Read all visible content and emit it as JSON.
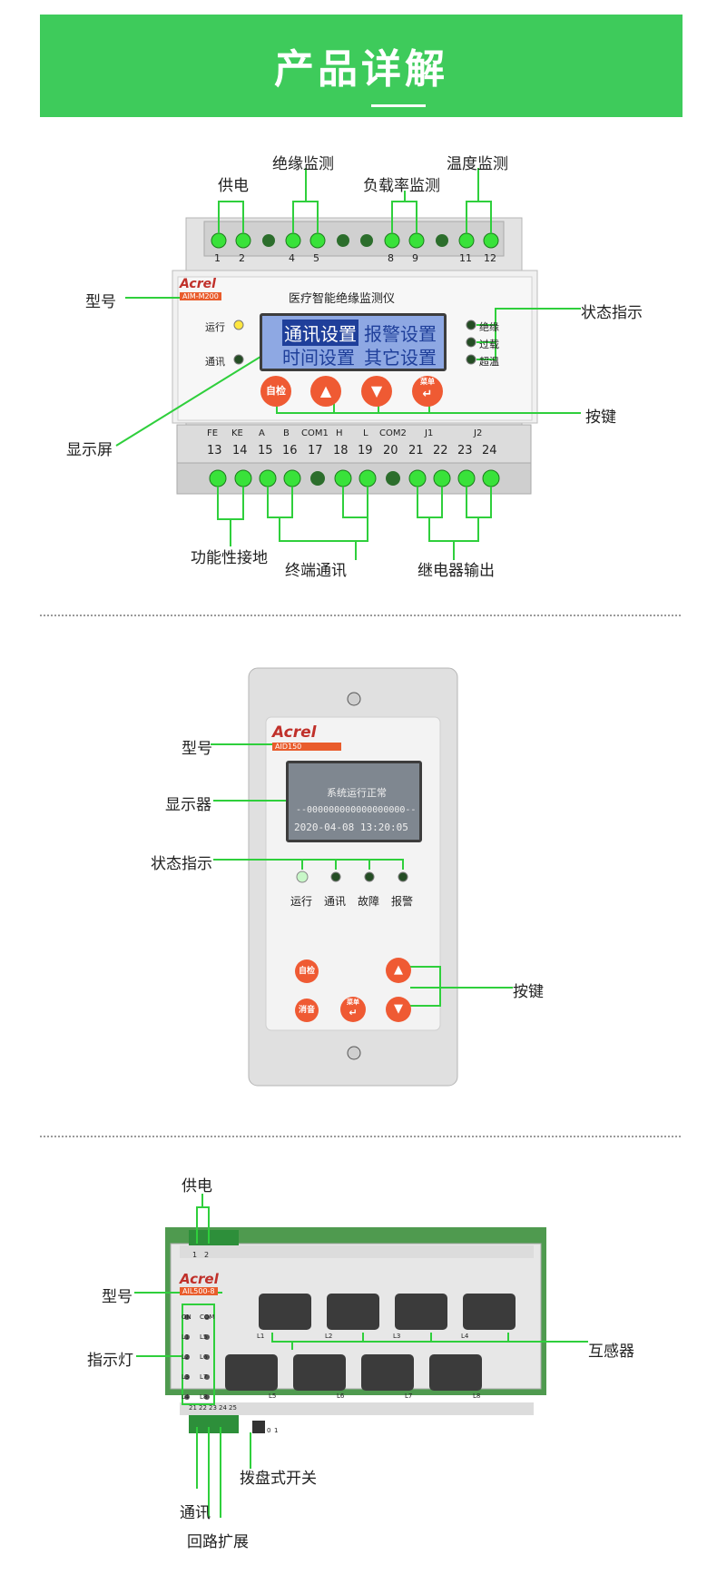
{
  "banner": {
    "title": "产品详解"
  },
  "device1": {
    "brand": "Acrel",
    "model": "AIM-M200",
    "product_name": "医疗智能绝缘监测仪",
    "top_terminals": [
      "1",
      "2",
      "4",
      "5",
      "8",
      "9",
      "11",
      "12"
    ],
    "lcd": {
      "row1_left": "通讯设置",
      "row1_right": "报警设置",
      "row2_left": "时间设置",
      "row2_right": "其它设置"
    },
    "left_leds": [
      "运行",
      "通讯"
    ],
    "right_leds": [
      "绝缘",
      "过载",
      "超温"
    ],
    "buttons": {
      "selfcheck": "自检",
      "menu": "菜单"
    },
    "bottom_labels": [
      "FE",
      "KE",
      "A",
      "B",
      "COM1",
      "H",
      "L",
      "COM2",
      "J1",
      "J2"
    ],
    "bottom_numbers": [
      "13",
      "14",
      "15",
      "16",
      "17",
      "18",
      "19",
      "20",
      "21",
      "22",
      "23",
      "24"
    ],
    "callouts": {
      "power": "供电",
      "insulation": "绝缘监测",
      "load": "负载率监测",
      "temp": "温度监测",
      "model": "型号",
      "status": "状态指示",
      "keys": "按键",
      "screen": "显示屏",
      "ground": "功能性接地",
      "terminal_comm": "终端通讯",
      "relay": "继电器输出"
    }
  },
  "device2": {
    "brand": "Acrel",
    "model": "AID150",
    "lcd": {
      "line1": "系统运行正常",
      "line2": "--000000000000000000--",
      "line3": "2020-04-08  13:20:05"
    },
    "leds": [
      "运行",
      "通讯",
      "故障",
      "报警"
    ],
    "buttons": {
      "selfcheck": "自检",
      "mute": "消音",
      "menu": "菜单"
    },
    "callouts": {
      "model": "型号",
      "display": "显示器",
      "status": "状态指示",
      "keys": "按键"
    }
  },
  "device3": {
    "brand": "Acrel",
    "model": "AIL500-8",
    "top_terminals": [
      "1",
      "2"
    ],
    "indicators": [
      "ON",
      "COM",
      "L1",
      "L5",
      "L2",
      "L6",
      "L3",
      "L7",
      "L4",
      "L8"
    ],
    "ct_labels": [
      "L1",
      "L2",
      "L3",
      "L4",
      "L5",
      "L6",
      "L7",
      "L8"
    ],
    "bottom_terminals": [
      "21",
      "22",
      "23",
      "24",
      "25"
    ],
    "dip": [
      "0",
      "1"
    ],
    "callouts": {
      "power": "供电",
      "model": "型号",
      "indicator": "指示灯",
      "ct": "互感器",
      "dip": "拨盘式开关",
      "comm": "通讯",
      "expand": "回路扩展"
    }
  },
  "colors": {
    "green": "#3ecb5b",
    "callout_line": "#2fcf3c",
    "orange": "#ef5a33",
    "lcd": "#8ea8e3"
  }
}
